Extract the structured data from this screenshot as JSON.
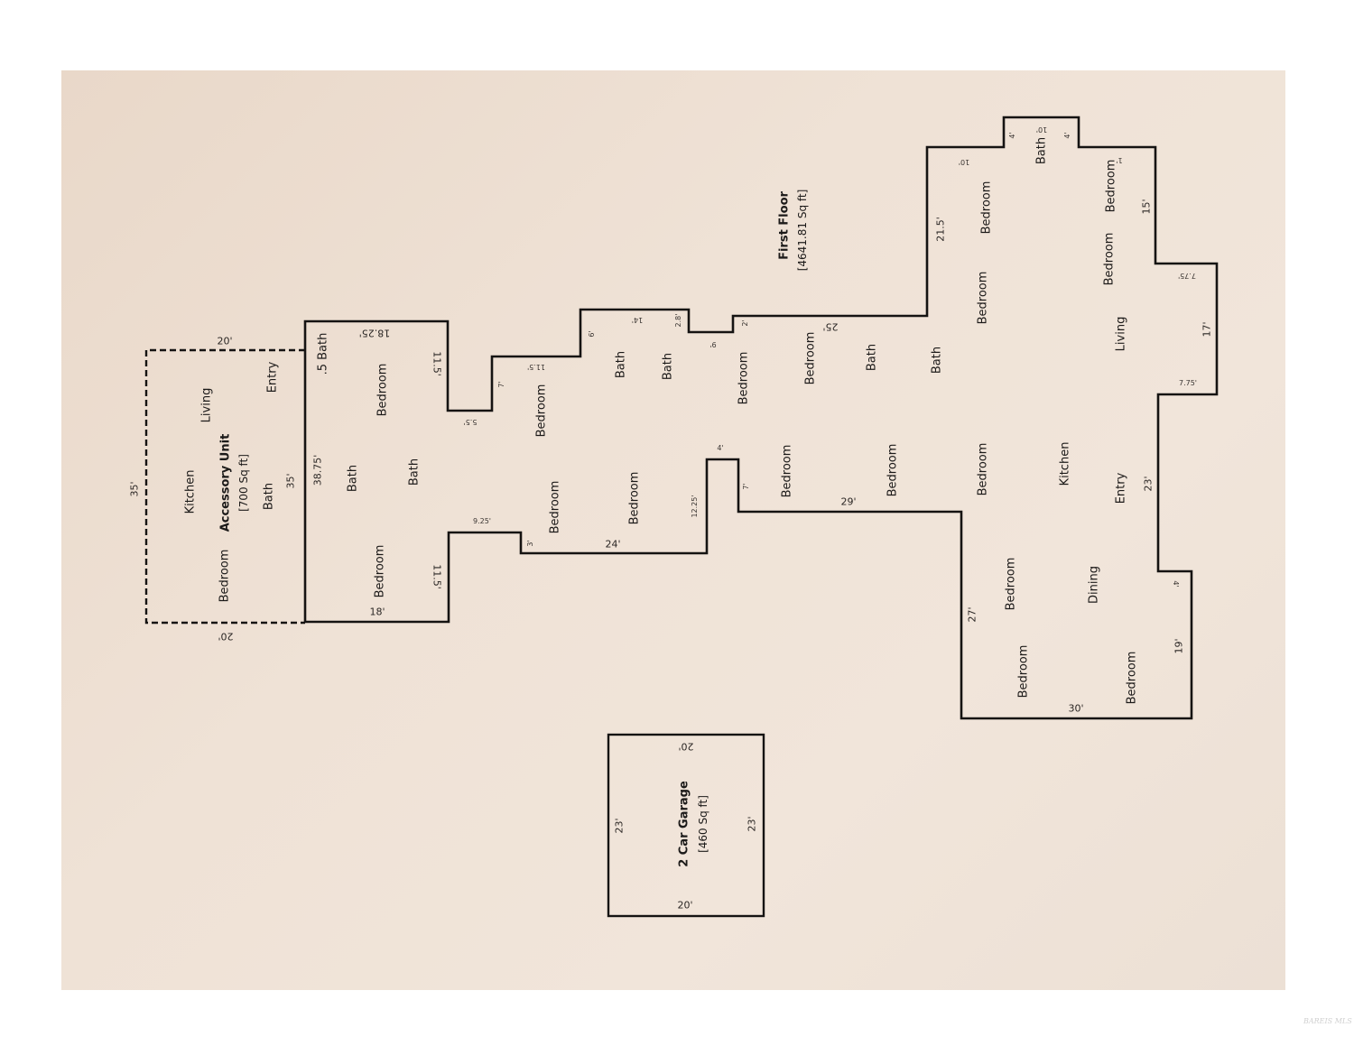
{
  "document": {
    "type": "floor-plan",
    "background_paper_color": "#ecdfd3",
    "line_color": "#151312"
  },
  "first_floor": {
    "title": "First Floor",
    "area": "[4641.81 Sq ft]",
    "rooms": {
      "half_bath": ".5 Bath",
      "west_bedroom_top": "Bedroom",
      "west_bath_a": "Bath",
      "west_bath_b": "Bath",
      "west_bedroom_bottom": "Bedroom",
      "center_bedroom_upper": "Bedroom",
      "center_bath_a": "Bath",
      "center_bath_b": "Bath",
      "center_bedroom_lower_a": "Bedroom",
      "center_bedroom_lower_b": "Bedroom",
      "mid_bedroom_a": "Bedroom",
      "mid_bedroom_b": "Bedroom",
      "mid_bath_a": "Bath",
      "mid_bath_b": "Bath",
      "mid_bedroom_c": "Bedroom",
      "mid_bedroom_d": "Bedroom",
      "east_bedroom_a": "Bedroom",
      "east_bedroom_b": "Bedroom",
      "east_bedroom_c": "Bedroom",
      "east_bath_top": "Bath",
      "east_bedroom_d": "Bedroom",
      "east_bedroom_e": "Bedroom",
      "living": "Living",
      "kitchen": "Kitchen",
      "entry": "Entry",
      "bedroom_south_a": "Bedroom",
      "dining": "Dining",
      "bedroom_south_b": "Bedroom",
      "bedroom_south_c": "Bedroom"
    },
    "dimensions": {
      "west_width_top": "18.25'",
      "west_height": "38.75'",
      "west_notch_top": "11.5'",
      "west_notch_bottom": "11.5'",
      "west_width_bottom": "18'",
      "step_5_5": "5.5'",
      "step_7": "7'",
      "step_11_5": "11.5'",
      "step_6": "6'",
      "step_14": "14'",
      "step_2_8": "2.8'",
      "step_9": "9'",
      "step_2": "2'",
      "top_25": "25'",
      "east_21_5": "21.5'",
      "east_10_left": "10'",
      "bath_4_left": "4'",
      "bath_10": "10'",
      "bath_4_right": "4'",
      "east_1": "1'",
      "east_15": "15'",
      "east_7_75_top": "7.75'",
      "east_17": "17'",
      "east_7_75_bottom": "7.75'",
      "east_23": "23'",
      "east_4": "4'",
      "east_19": "19'",
      "south_30": "30'",
      "south_27": "27'",
      "south_29": "29'",
      "notch_4": "4'",
      "notch_7": "7'",
      "notch_12_25": "12.25'",
      "bottom_24": "24'",
      "bottom_3": "3'",
      "bottom_9_25": "9.25'"
    }
  },
  "accessory_unit": {
    "title": "Accessory Unit",
    "area": "[700 Sq ft]",
    "rooms": {
      "kitchen": "Kitchen",
      "living": "Living",
      "entry": "Entry",
      "bath": "Bath",
      "bedroom": "Bedroom"
    },
    "dimensions": {
      "top": "20'",
      "bottom": "20'",
      "left": "35'",
      "right": "35'"
    }
  },
  "garage": {
    "title": "2 Car Garage",
    "area": "[460 Sq ft]",
    "dimensions": {
      "top": "20'",
      "bottom": "20'",
      "left": "23'",
      "right": "23'"
    }
  },
  "watermark": "BAREIS MLS"
}
